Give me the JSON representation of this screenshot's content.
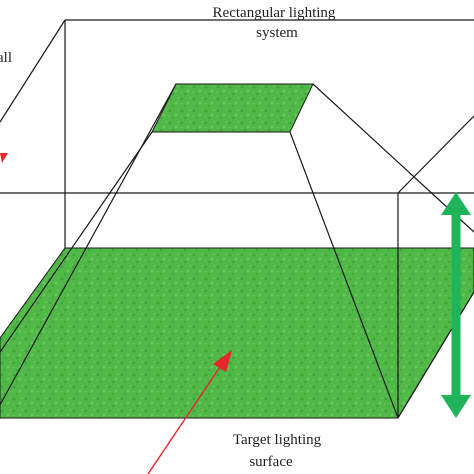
{
  "labels": {
    "top_line1": "Rectangular lighting",
    "top_line2": "system",
    "bottom_line1": "Target lighting",
    "bottom_line2": "surface",
    "left_fragment": "all"
  },
  "colors": {
    "grass": "#4fb847",
    "grass_dark": "#2f8f35",
    "grass_light": "#7fd06b",
    "height_arrow": "#1fb35a",
    "pointer_arrow": "#e8262b",
    "lines": "#1a1a1a"
  },
  "icons": {
    "height_indicator": "double-headed-arrow-icon",
    "pointer": "red-arrow-icon"
  }
}
